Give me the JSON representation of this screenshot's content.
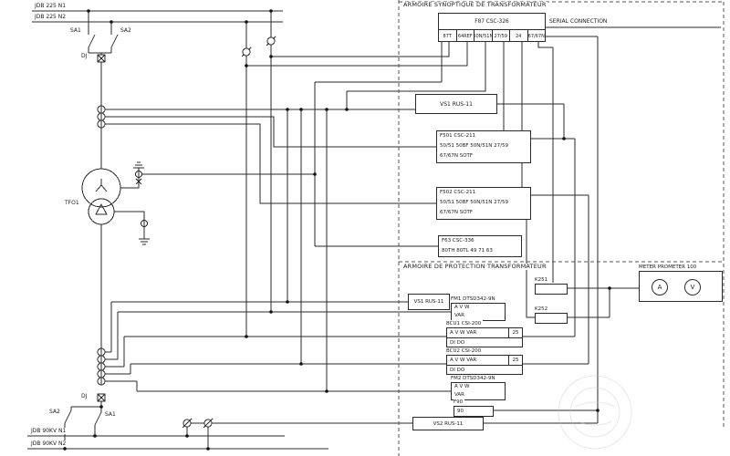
{
  "cabinets": {
    "synoptique": "ARMOIRE SYNOPTIQUE DE TRANSFORMATEUR",
    "protection": "ARMOIRE DE PROTECTION TRANSFORMATEUR"
  },
  "buses": {
    "b225n1": "JDB 225 N1",
    "b225n2": "JDB 225 N2",
    "b90n1": "JDB 90KV N1",
    "b90n2": "JDB 90KV N2"
  },
  "switches": {
    "sa1_top": "SA1",
    "sa2_top": "SA2",
    "dj_top": "DJ",
    "dj_bot": "DJ",
    "sa2_bot": "SA2",
    "sa1_bot": "SA1"
  },
  "transformer": {
    "label": "TFO1"
  },
  "serial": {
    "label": "SERIAL CONNECTION"
  },
  "devices": {
    "f87": {
      "title": "F87 CSC-326",
      "cells": [
        "87T",
        "64REF",
        "50N/51N",
        "27/59",
        "24",
        "67/67N"
      ]
    },
    "vs1_syn": {
      "title": "VS1 RUS-11"
    },
    "f501": {
      "title": "F501 CSC-211",
      "row1": "50/51 50BF 50N/51N 27/59",
      "row2": "67/67N SOTF"
    },
    "f502": {
      "title": "F502 CSC-211",
      "row1": "50/51 50BF 50N/51N 27/59",
      "row2": "67/67N SOTF"
    },
    "f63": {
      "title": "F63 CSC-336",
      "row1": "80TH 80TL 49 71 63"
    },
    "vs1_prot": {
      "title": "VS1 RUS-11"
    },
    "fm1": {
      "title": "FM1 DTSD342-9N",
      "row1": "A V W",
      "row2": "VAR"
    },
    "bcu1": {
      "title": "BCU1 CSI-200",
      "row1": "A V W VAR",
      "aux": "25",
      "row2": "DI DO"
    },
    "bcu2": {
      "title": "BCU2 CSI-200",
      "row1": "A V W VAR",
      "aux": "25",
      "row2": "DI DO"
    },
    "fm2": {
      "title": "FM2 DTSD342-9N",
      "row1": "A V W",
      "row2": "VAR"
    },
    "f90": {
      "title": "F90",
      "row1": "90"
    },
    "k251": {
      "title": "K251"
    },
    "k252": {
      "title": "K252"
    },
    "meter": {
      "title": "METER PROMETER 100",
      "dial1": "A",
      "dial2": "V"
    },
    "vs2": {
      "title": "VS2 RUS-11"
    }
  }
}
